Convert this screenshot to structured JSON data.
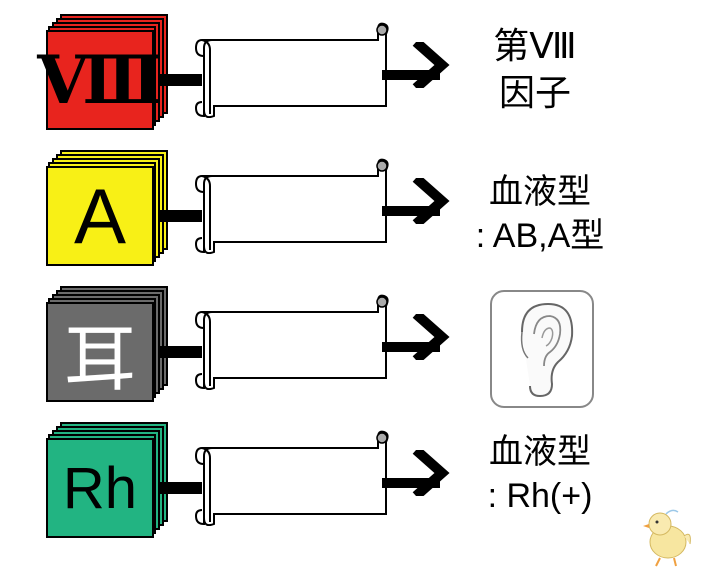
{
  "rows": [
    {
      "card_text": "Ⅷ",
      "card_color": "#e8241e",
      "label_lines": [
        "第Ⅷ",
        "因子"
      ]
    },
    {
      "card_text": "A",
      "card_color": "#f8f016",
      "label_lines": [
        "血液型",
        ": AB,A型"
      ]
    },
    {
      "card_text": "耳",
      "card_color": "#6b6b6b",
      "label_lines": []
    },
    {
      "card_text": "Rh",
      "card_color": "#22b482",
      "label_lines": [
        "血液型",
        ": Rh(+)"
      ]
    }
  ],
  "icons": {
    "ear": "ear-icon",
    "chick": "chick-icon"
  }
}
